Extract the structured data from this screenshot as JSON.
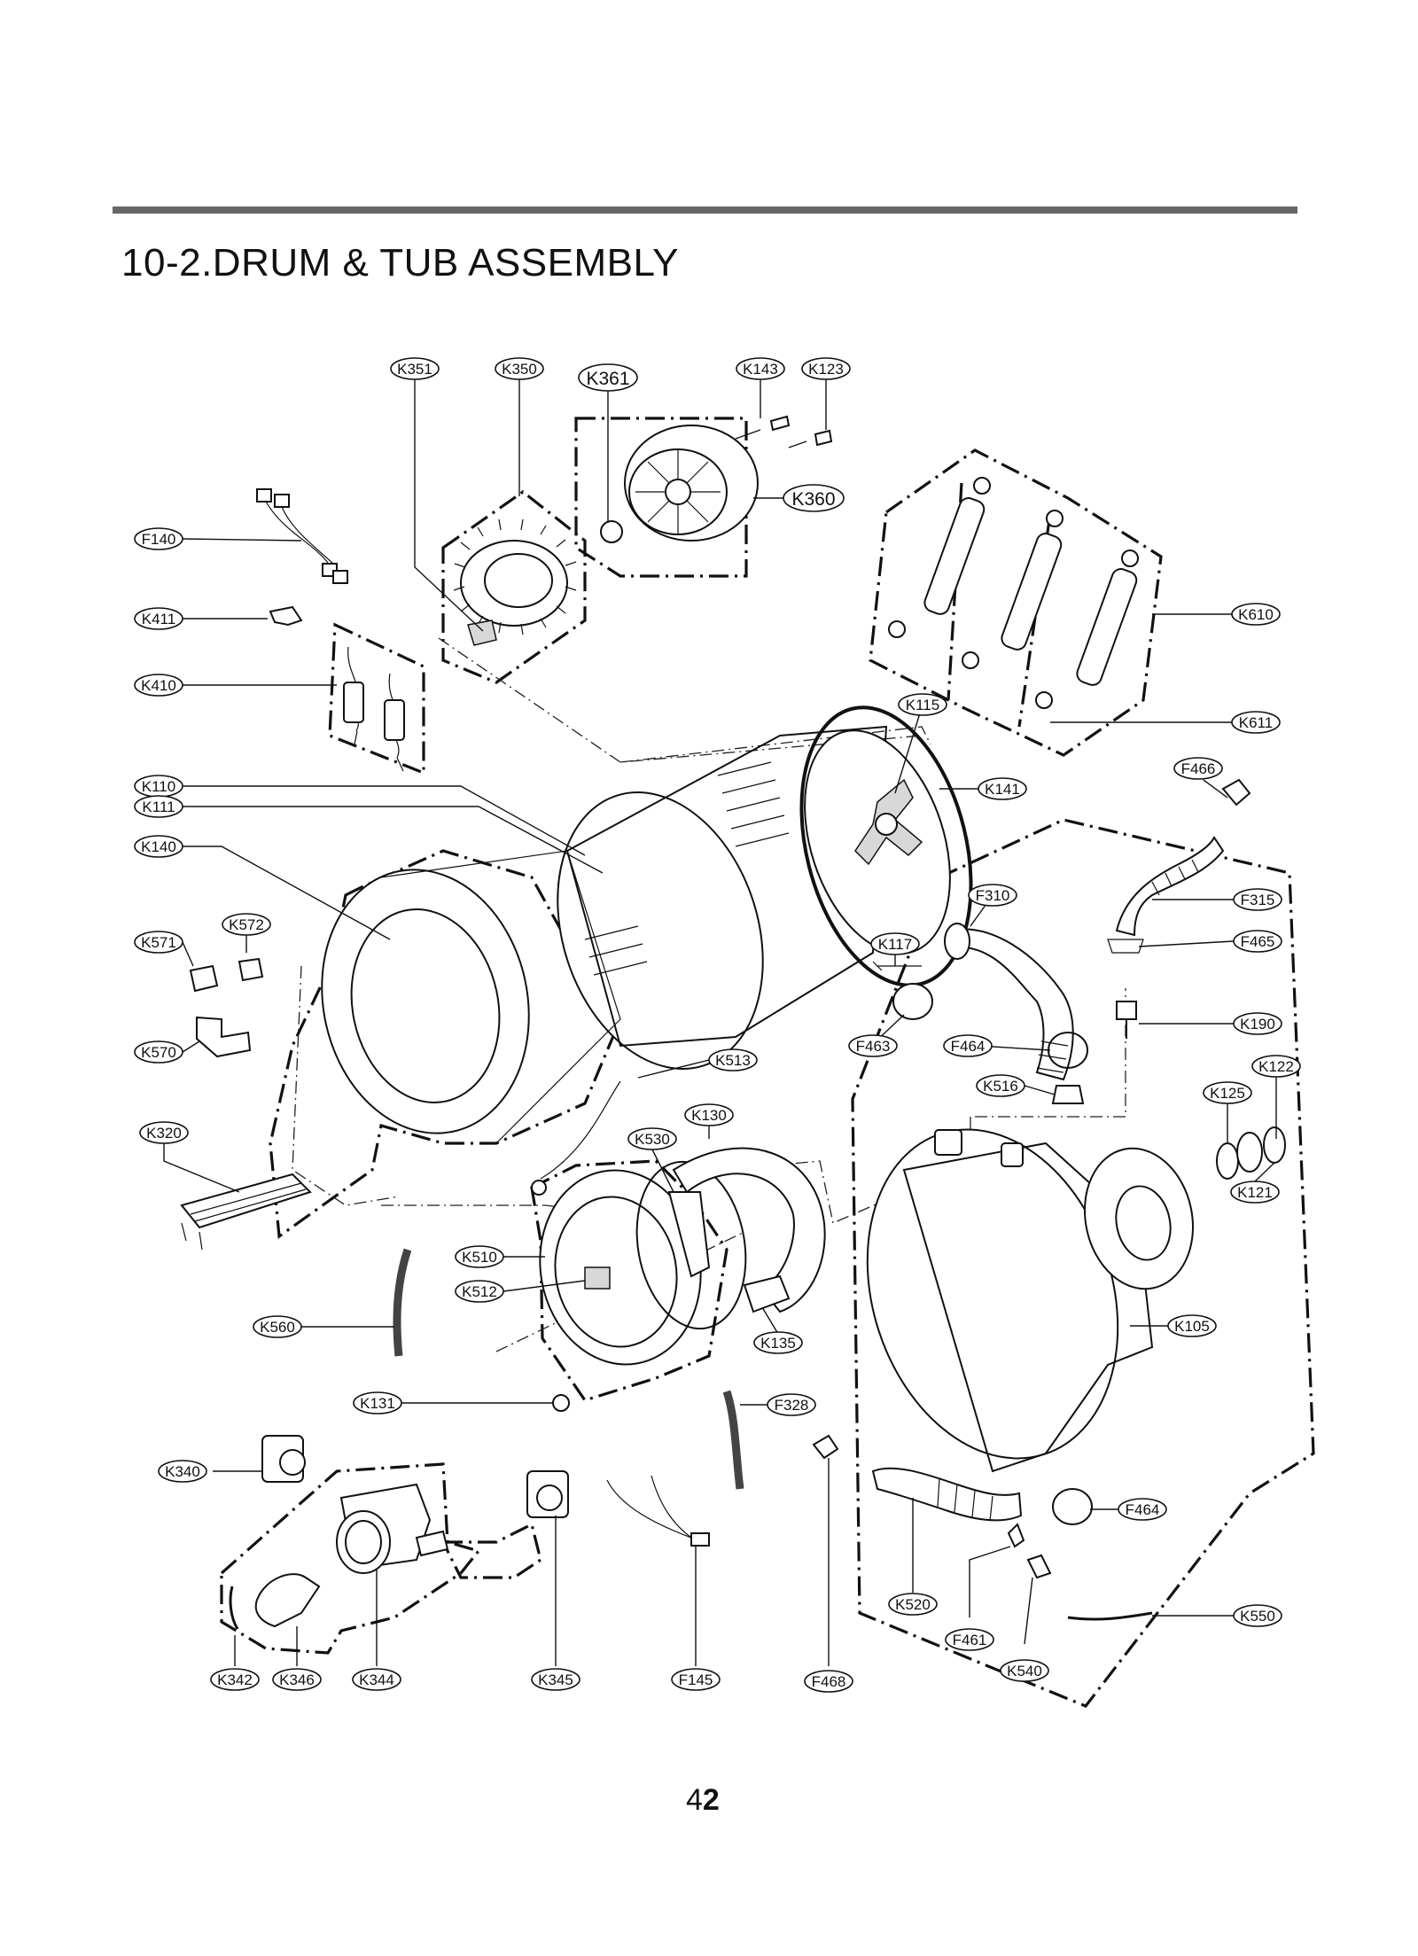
{
  "page": {
    "title": "10-2.DRUM & TUB ASSEMBLY",
    "page_number_prefix": "4",
    "page_number_bold": "2"
  },
  "callouts": [
    {
      "id": "K351",
      "label": "K351"
    },
    {
      "id": "K350",
      "label": "K350"
    },
    {
      "id": "K361",
      "label": "K361"
    },
    {
      "id": "K143",
      "label": "K143"
    },
    {
      "id": "K123",
      "label": "K123"
    },
    {
      "id": "K360",
      "label": "K360"
    },
    {
      "id": "F140",
      "label": "F140"
    },
    {
      "id": "K411",
      "label": "K411"
    },
    {
      "id": "K410",
      "label": "K410"
    },
    {
      "id": "K610",
      "label": "K610"
    },
    {
      "id": "K611",
      "label": "K611"
    },
    {
      "id": "K115",
      "label": "K115"
    },
    {
      "id": "K110",
      "label": "K110"
    },
    {
      "id": "K111",
      "label": "K111"
    },
    {
      "id": "K141",
      "label": "K141"
    },
    {
      "id": "F466",
      "label": "F466"
    },
    {
      "id": "K140",
      "label": "K140"
    },
    {
      "id": "F310",
      "label": "F310"
    },
    {
      "id": "F315",
      "label": "F315"
    },
    {
      "id": "K572",
      "label": "K572"
    },
    {
      "id": "K571",
      "label": "K571"
    },
    {
      "id": "K117",
      "label": "K117"
    },
    {
      "id": "F465",
      "label": "F465"
    },
    {
      "id": "K190",
      "label": "K190"
    },
    {
      "id": "K570",
      "label": "K570"
    },
    {
      "id": "F463",
      "label": "F463"
    },
    {
      "id": "F464a",
      "label": "F464"
    },
    {
      "id": "K513",
      "label": "K513"
    },
    {
      "id": "K516",
      "label": "K516"
    },
    {
      "id": "K122",
      "label": "K122"
    },
    {
      "id": "K125",
      "label": "K125"
    },
    {
      "id": "K130",
      "label": "K130"
    },
    {
      "id": "K320",
      "label": "K320"
    },
    {
      "id": "K530",
      "label": "K530"
    },
    {
      "id": "K121",
      "label": "K121"
    },
    {
      "id": "K510",
      "label": "K510"
    },
    {
      "id": "K512",
      "label": "K512"
    },
    {
      "id": "K560",
      "label": "K560"
    },
    {
      "id": "K135",
      "label": "K135"
    },
    {
      "id": "K105",
      "label": "K105"
    },
    {
      "id": "K131",
      "label": "K131"
    },
    {
      "id": "F328",
      "label": "F328"
    },
    {
      "id": "K340",
      "label": "K340"
    },
    {
      "id": "F464b",
      "label": "F464"
    },
    {
      "id": "K520",
      "label": "K520"
    },
    {
      "id": "K550",
      "label": "K550"
    },
    {
      "id": "F461",
      "label": "F461"
    },
    {
      "id": "K540",
      "label": "K540"
    },
    {
      "id": "K342",
      "label": "K342"
    },
    {
      "id": "K346",
      "label": "K346"
    },
    {
      "id": "K344",
      "label": "K344"
    },
    {
      "id": "K345",
      "label": "K345"
    },
    {
      "id": "F145",
      "label": "F145"
    },
    {
      "id": "F468",
      "label": "F468"
    }
  ]
}
